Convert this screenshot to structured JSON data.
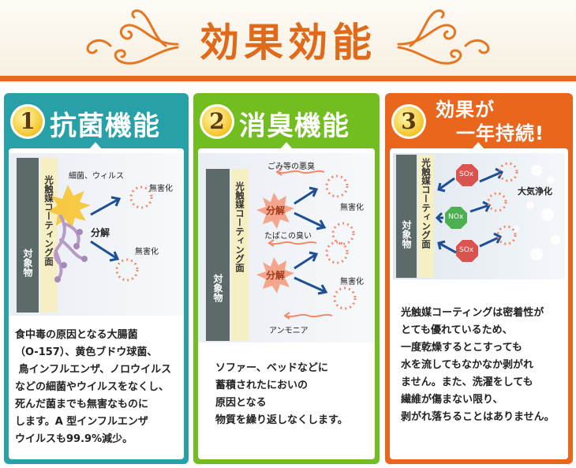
{
  "header": {
    "title": "効果効能"
  },
  "panels": [
    {
      "number": "1",
      "title": "抗菌機能",
      "diagram": {
        "object_label": "対象物",
        "coating_label": "光触媒コーティング面",
        "bacteria_label": "細菌、ウィルス",
        "decompose_label": "分解",
        "harmless_1": "無害化",
        "harmless_2": "無害化"
      },
      "description": "食中毒の原因となる大腸菌\n（O-157）、黄色ブドウ球菌、\n 鳥インフルエンザ、ノロウイルス\nなどの細菌やウイルスをなくし、\n死んだ菌までも無害なものに\nします。A 型インフルエンザ\nウイルスも99.9%減少。"
    },
    {
      "number": "2",
      "title": "消臭機能",
      "diagram": {
        "object_label": "対象物",
        "coating_label": "光触媒コーティング面",
        "odor_1": "ごみ等の悪臭",
        "odor_2": "たばこの臭い",
        "odor_3": "アンモニア",
        "decompose_1": "分解",
        "decompose_2": "分解",
        "harmless_1": "無害化",
        "harmless_2": "無害化"
      },
      "description": "ソファー、ベッドなどに\n蓄積されたにおいの\n原因となる\n物質を繰り返しなくします。"
    },
    {
      "number": "3",
      "title_line1": "効果が",
      "title_line2": "一年持続!",
      "diagram": {
        "object_label": "対象物",
        "coating_label": "光触媒コーティング面",
        "sox_1": "SOx",
        "nox": "NOx",
        "sox_2": "SOx",
        "air_label": "大気浄化"
      },
      "description": "光触媒コーティングは密着性が\nとても優れているため、\n一度乾燥するとこすっても\n水を流してもなかなか剥がれ\nません。また、洗濯をしても\n繊維が傷まない限り、\n剥がれ落ちることはありません。"
    }
  ],
  "colors": {
    "panel1": "#27a0a8",
    "panel2": "#72be21",
    "panel3": "#e9661d",
    "title": "#e06a1a"
  }
}
